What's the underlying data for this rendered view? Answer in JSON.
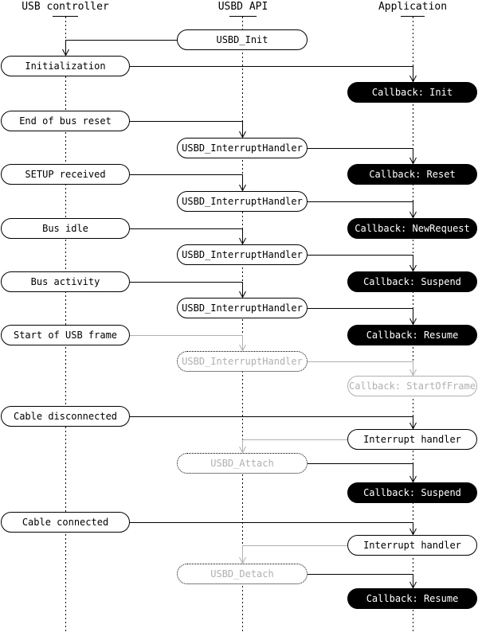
{
  "diagram": {
    "columns": [
      {
        "label": "USB controller"
      },
      {
        "label": "USBD API"
      },
      {
        "label": "Application"
      }
    ],
    "nodes": [
      {
        "label": "USBD_Init",
        "column": "USBD API",
        "kind": "api-call"
      },
      {
        "label": "Initialization",
        "column": "USB controller",
        "kind": "event"
      },
      {
        "label": "Callback: Init",
        "column": "Application",
        "kind": "callback"
      },
      {
        "label": "End of bus reset",
        "column": "USB controller",
        "kind": "event"
      },
      {
        "label": "USBD_InterruptHandler",
        "column": "USBD API",
        "kind": "api-call"
      },
      {
        "label": "Callback: Reset",
        "column": "Application",
        "kind": "callback"
      },
      {
        "label": "SETUP received",
        "column": "USB controller",
        "kind": "event"
      },
      {
        "label": "USBD_InterruptHandler",
        "column": "USBD API",
        "kind": "api-call"
      },
      {
        "label": "Callback: NewRequest",
        "column": "Application",
        "kind": "callback"
      },
      {
        "label": "Bus idle",
        "column": "USB controller",
        "kind": "event"
      },
      {
        "label": "USBD_InterruptHandler",
        "column": "USBD API",
        "kind": "api-call"
      },
      {
        "label": "Callback: Suspend",
        "column": "Application",
        "kind": "callback"
      },
      {
        "label": "Bus activity",
        "column": "USB controller",
        "kind": "event"
      },
      {
        "label": "USBD_InterruptHandler",
        "column": "USBD API",
        "kind": "api-call"
      },
      {
        "label": "Callback: Resume",
        "column": "Application",
        "kind": "callback"
      },
      {
        "label": "Start of USB frame",
        "column": "USB controller",
        "kind": "event"
      },
      {
        "label": "USBD_InterruptHandler",
        "column": "USBD API",
        "kind": "api-call-muted"
      },
      {
        "label": "Callback: StartOfFrame",
        "column": "Application",
        "kind": "callback-muted"
      },
      {
        "label": "Cable disconnected",
        "column": "USB controller",
        "kind": "event"
      },
      {
        "label": "Interrupt handler",
        "column": "Application",
        "kind": "handler"
      },
      {
        "label": "USBD_Attach",
        "column": "USBD API",
        "kind": "api-call-muted"
      },
      {
        "label": "Callback: Suspend",
        "column": "Application",
        "kind": "callback"
      },
      {
        "label": "Cable connected",
        "column": "USB controller",
        "kind": "event"
      },
      {
        "label": "Interrupt handler",
        "column": "Application",
        "kind": "handler"
      },
      {
        "label": "USBD_Detach",
        "column": "USBD API",
        "kind": "api-call-muted"
      },
      {
        "label": "Callback: Resume",
        "column": "Application",
        "kind": "callback"
      }
    ],
    "colors": {
      "line": "#000000",
      "muted": "#b0b0b0",
      "callback_bg": "#000000",
      "callback_fg": "#ffffff",
      "background": "#ffffff"
    }
  }
}
